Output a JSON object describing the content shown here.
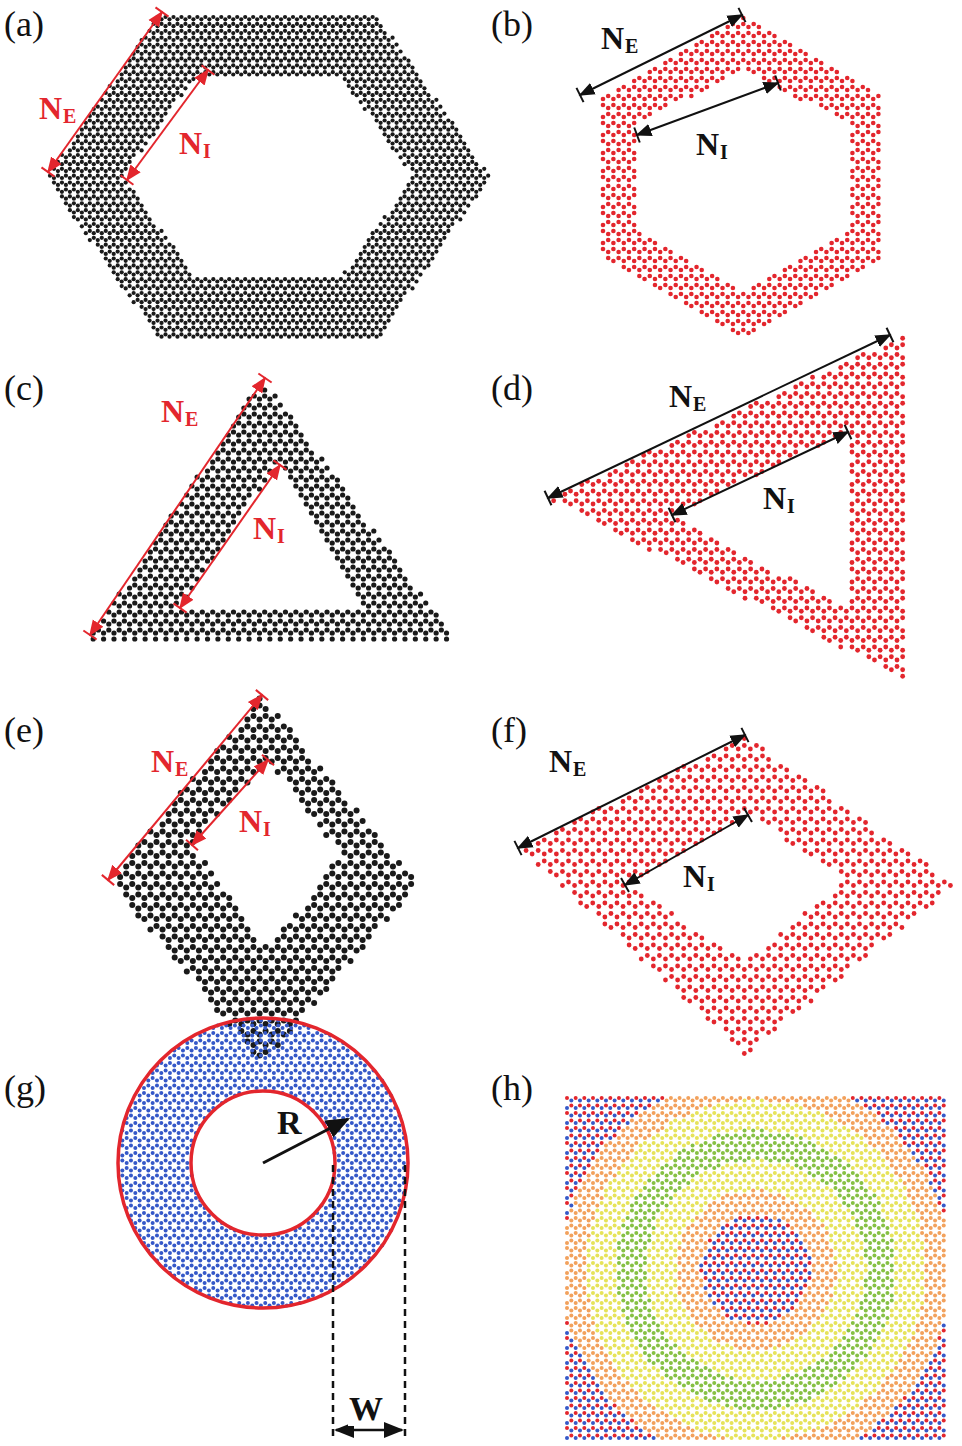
{
  "diagram": {
    "labels": [
      "(a)",
      "N",
      "E",
      "N",
      "I",
      "(b)",
      "N",
      "E",
      "N",
      "I",
      "(c)",
      "N",
      "E",
      "N",
      "I",
      "(d)",
      "N",
      "E",
      "N",
      "I",
      "(e)",
      "N",
      "E",
      "N",
      "I",
      "(f)",
      "N",
      "E",
      "N",
      "I",
      "(g)",
      "R",
      "W",
      "(h)"
    ]
  }
}
